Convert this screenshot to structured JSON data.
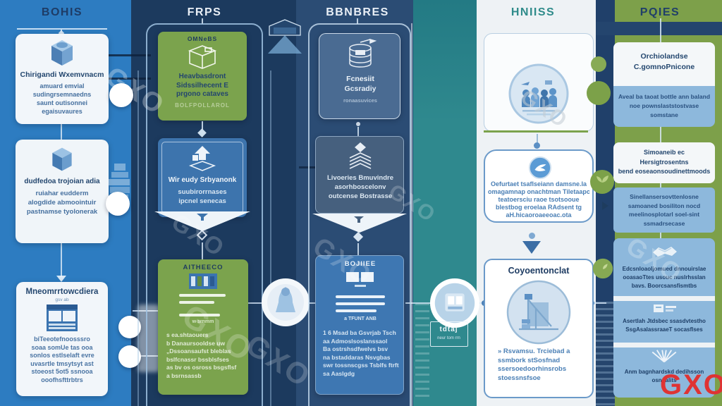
{
  "watermark": {
    "text": "GXO",
    "red_color": "#df3333"
  },
  "colors": {
    "column_blue": "#2d7cc1",
    "navy": "#1c3a5e",
    "navy2": "#2b4c74",
    "teal": "#2f898e",
    "green": "#7ba34d",
    "light_blue": "#8db8dc",
    "card_blue": "#3d74ad",
    "accent_red": "#df3333"
  },
  "headers": {
    "col1": "BOHIS",
    "col2": "FRPS",
    "col3": "BBNBRES",
    "col4": "HNIISS",
    "col5": "PQIES"
  },
  "col1": {
    "card1": {
      "title": "Chirigandi Wxemvnacm",
      "lines": [
        "amuard emvial",
        "sudingrsemnaedns",
        "saunt outisonnei",
        "egaisuvaures"
      ]
    },
    "card2": {
      "title": "dudfedoa trojoian adia",
      "lines": [
        "ruiahar eudderm",
        "alogdide abmoointuir",
        "pastnamse tyolonerak"
      ]
    },
    "card3": {
      "title": "Mneomrrtowcdiera",
      "subtitle": "gsv ab",
      "lines": [
        "biTeeotefnoosssro",
        "soaa somUe tas ooa",
        "sonlos estlselaft evre",
        "uvasrtle tmsytsyt ast",
        "stoeost 5ot5 ssnooa",
        "ooofhsfttrbtrs"
      ]
    }
  },
  "col2": {
    "card1": {
      "title": "OMNeBS",
      "lines": [
        "Heavbasdront",
        "Sidssilhecent E",
        "prgono cataves"
      ],
      "footnote": "BOLFPOLLAROL"
    },
    "card2": {
      "title": "Wir eudy Srbyanonk",
      "lines": [
        "suubirorrnases",
        "ipcnel senecas"
      ]
    },
    "card3": {
      "title": "AITHEECO",
      "caption": "w srnmm",
      "lines": [
        "s  ea.shtaouers",
        "b  Danaursooldse uw",
        "„Dssoansaufst bleblas",
        "bslfcnassr bssblsfses",
        "as bv os osross bsgsflsf",
        "a  bsrnsassb"
      ]
    }
  },
  "col3": {
    "card1": {
      "title": "Fcnesiit",
      "title2": "Gcsradiy",
      "footnote": "ronaasuvices"
    },
    "card2": {
      "lines": [
        "Livoeries Bmuvindre",
        "asorhboscelonv",
        "outcense Bostrasse"
      ]
    },
    "card3": {
      "title": "BOJIIEE",
      "caption": "a TFUNT ANB",
      "lines": [
        "1 6  Msad ba Gsvrjab Tsch",
        "aa  Admoslsoslanssaol",
        "Ba  ostrshsdfwelvs bsv",
        "na  bstaddaras Nsvgbas",
        "swr tossnscgss Tsblfs ftrft",
        "sa  Aaslgdg"
      ]
    }
  },
  "hub": {
    "label_title": "tdtaj",
    "label_caption": "neur tom rrn"
  },
  "col4": {
    "card2": {
      "lines": [
        "Oefurtaet tsaflseiann damsne.la",
        "omagamnap onachtman Tiletaapo",
        "teatoersciu raoe tsotsooue",
        "blestbog eroelaa RAdsent tg",
        "aH.hicaoroaeeoac.ota"
      ]
    },
    "card3": {
      "title": "Coyoentonclat",
      "lines": [
        "» Rsvamsu. Trciebad a",
        "ssmbork stSosfnad",
        "ssersoedoorhinsrobs",
        "stoessnsfsoe"
      ]
    }
  },
  "col5": {
    "card1": {
      "white_lines": [
        "Orchiolandse",
        "C.gomnoPnicone"
      ],
      "blue_lines": [
        "Aveal ba taoat bottle ann baland",
        "noe pownslaststostvase",
        "somstane"
      ]
    },
    "card2": {
      "white_lines": [
        "Simoaneib ec",
        "Hersigtrosentns",
        "bend eoseaonsoudinettmoods"
      ],
      "blue_lines": [
        "Sinellansersovttenlosne",
        "samoaned bosiliton nocd",
        "meelinosplotarl soel-sint",
        "ssmadrsecase"
      ]
    },
    "card3": {
      "section1": [
        "Edcsnloaoljomued dnnouirslae",
        "ooasaoTtes usouc nuslrhsslan",
        "bavs. Boorcsansfismtbs"
      ],
      "section2": [
        "Asertlah Jtdsbec ssasdvtestho",
        "SsgAsalassraaeT socasflses"
      ],
      "section3": [
        "Anm bagnhardskd dedihsson",
        "osnnalits"
      ]
    }
  }
}
